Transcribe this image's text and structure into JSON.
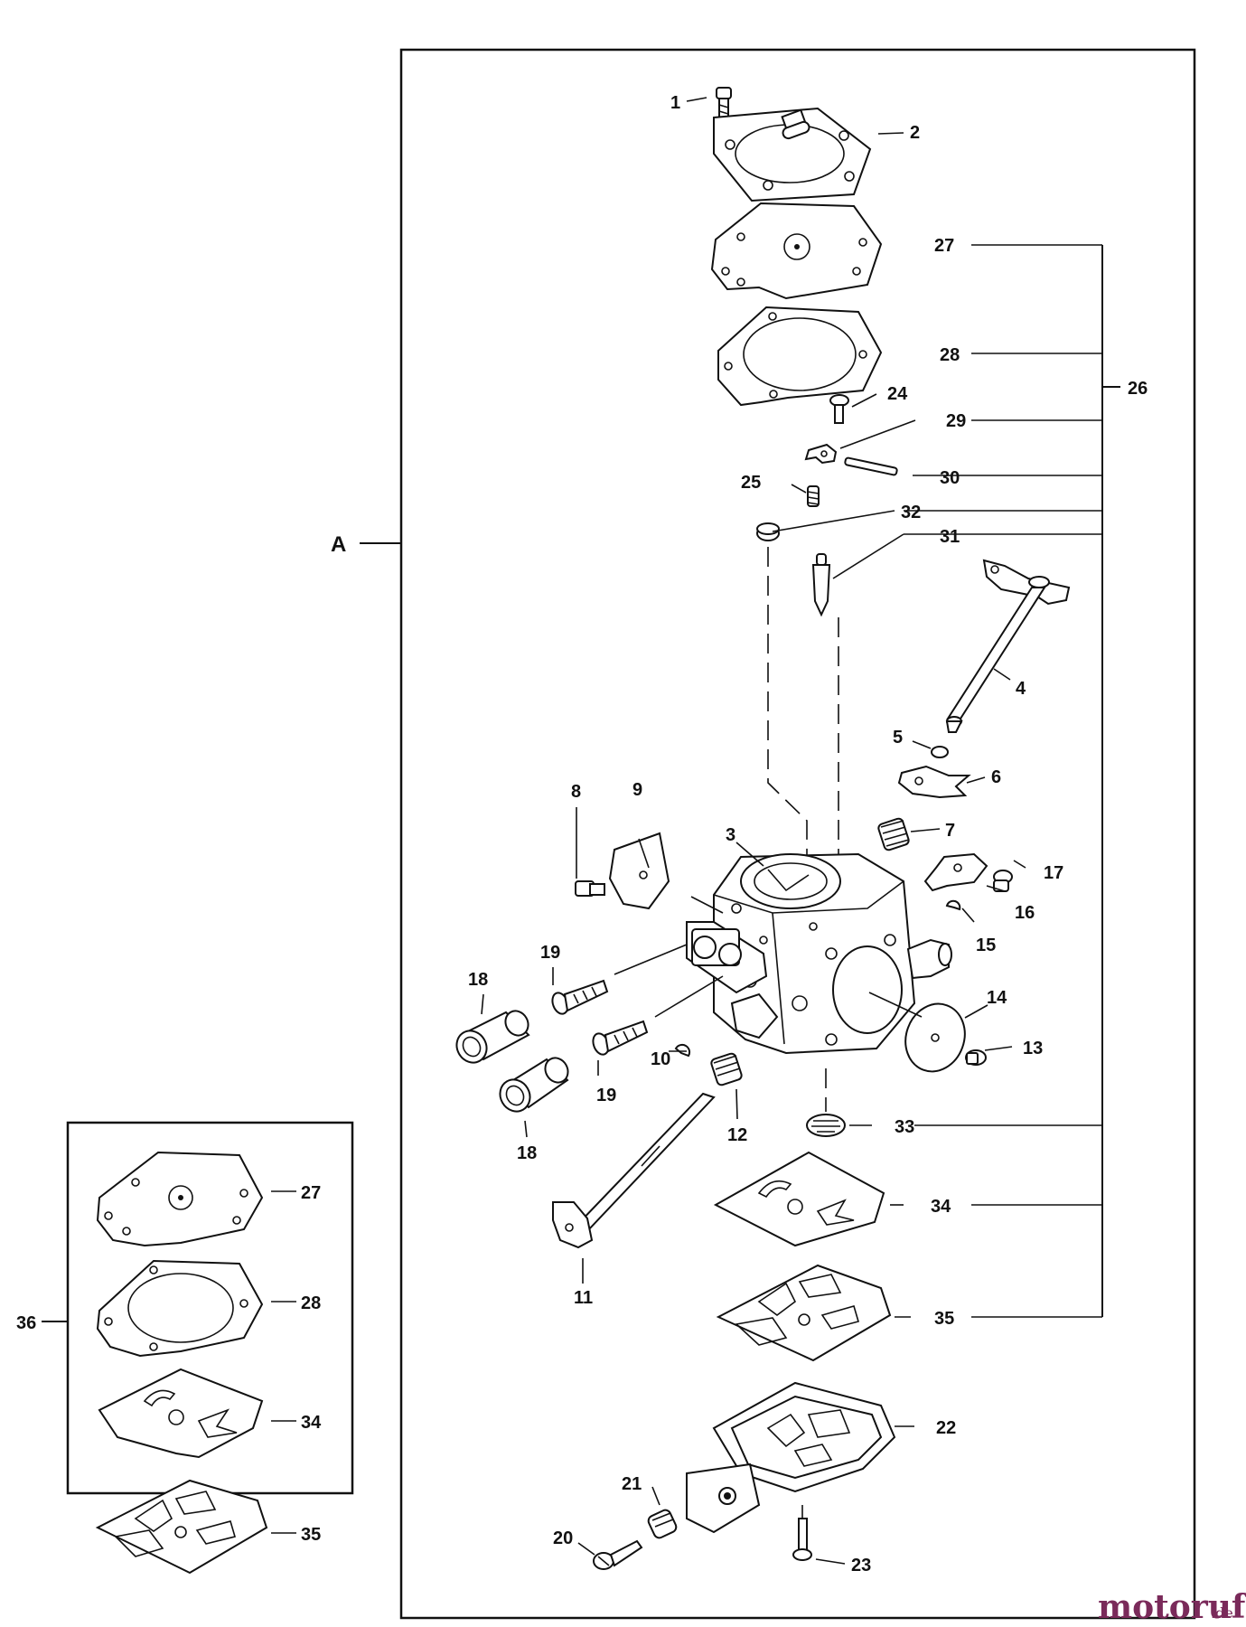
{
  "group_label": "A",
  "kit_label": "36",
  "assembly_bracket_label": "26",
  "watermark": {
    "brand": "motoruf",
    "suffix": ".de",
    "color": "#7a2a5a"
  },
  "callouts": [
    "1",
    "2",
    "3",
    "4",
    "5",
    "6",
    "7",
    "8",
    "9",
    "10",
    "11",
    "12",
    "13",
    "14",
    "15",
    "16",
    "17",
    "18",
    "18",
    "19",
    "19",
    "20",
    "21",
    "22",
    "23",
    "24",
    "25",
    "27",
    "28",
    "29",
    "30",
    "31",
    "32",
    "33",
    "34",
    "35"
  ],
  "kit_callouts": [
    "27",
    "28",
    "34",
    "35"
  ]
}
